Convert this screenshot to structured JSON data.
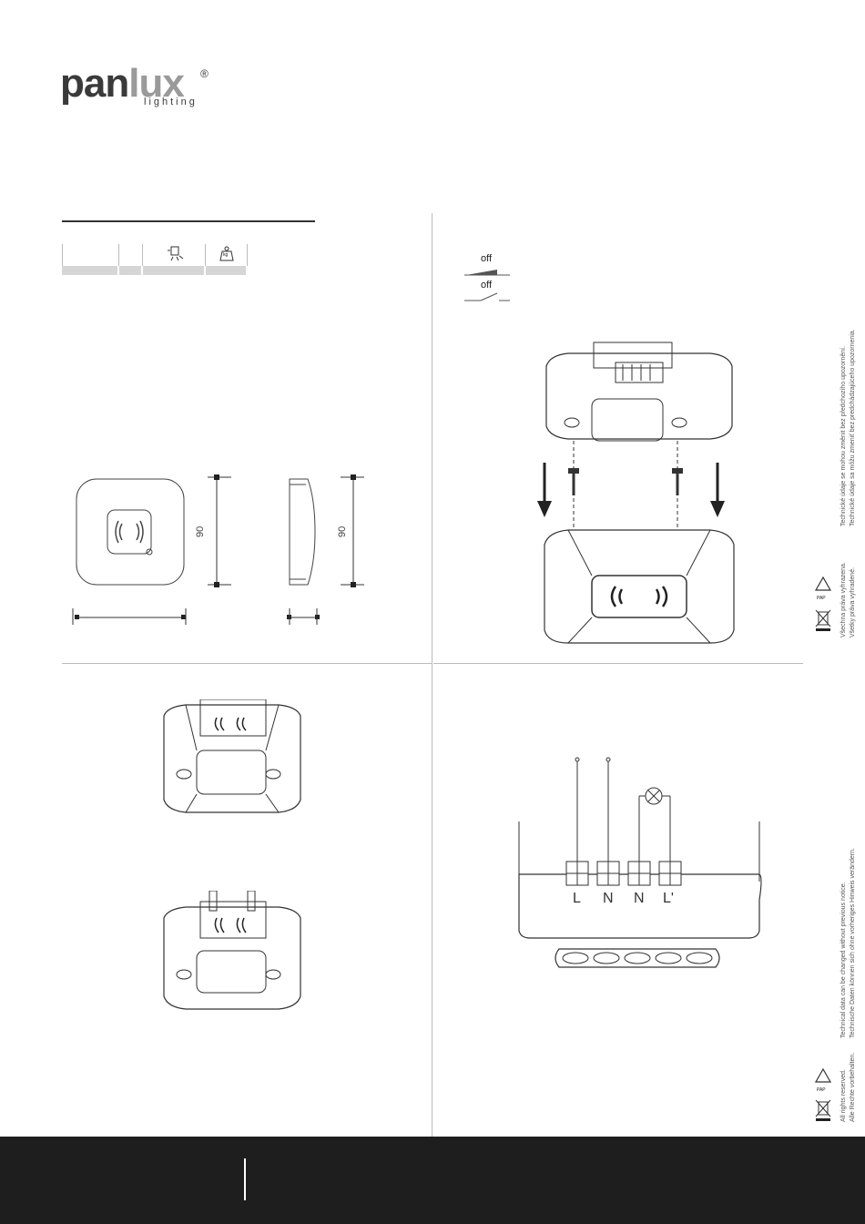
{
  "brand": {
    "name_part1": "pan",
    "name_part2": "lux",
    "registered": "®",
    "tagline": "lighting"
  },
  "switch_labels": {
    "off_dimmer": "off",
    "off_switch": "off"
  },
  "dimensions": {
    "front_height": "90",
    "side_height": "90"
  },
  "terminals": [
    "L",
    "N",
    "N",
    "L'"
  ],
  "side_notes": {
    "top": {
      "line1": "Technické údaje se mohou změnit bez předchozího upozornění.",
      "line2": "Technické údaje sa môžu zmeniť bez predchádzajúceho upozornenia.",
      "line3": "Všechna práva vyhrazena.",
      "line4": "Všetky práva vyhradené."
    },
    "bottom": {
      "line1": "Technical data can be changed without previous notice.",
      "line2": "Technische Daten können sich ohne vorheriges Hinweis verändern.",
      "line3": "All rights reserved.",
      "line4": "Alle Rechte vorbehalten."
    },
    "recycling_badge": "PAP"
  },
  "colors": {
    "footer_bg": "#1e1e1e",
    "rule": "#333333",
    "table_bar": "#d6d6d6"
  },
  "icons": {
    "table_col3": "light-sensor-icon",
    "table_col4": "weight-kg-icon",
    "recycle": "recycle-icon",
    "weee": "crossed-bin-icon"
  },
  "weight_unit": "kg"
}
